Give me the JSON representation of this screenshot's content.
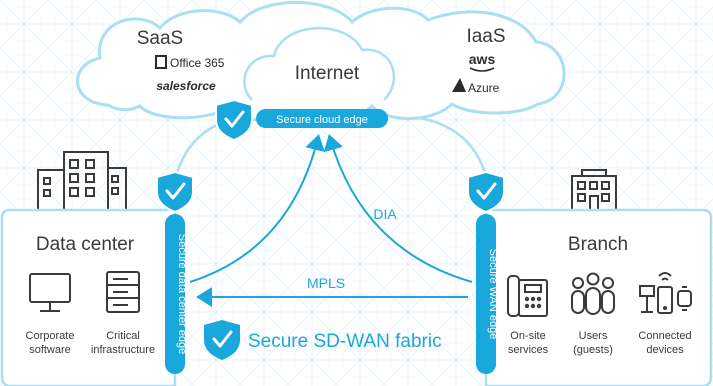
{
  "cloud": {
    "saas_title": "SaaS",
    "saas_brand_1": "Office 365",
    "saas_brand_2": "salesforce",
    "internet_title": "Internet",
    "iaas_title": "IaaS",
    "iaas_brand_1": "aws",
    "iaas_brand_2": "Azure",
    "edge_label": "Secure cloud edge"
  },
  "links": {
    "dia_label": "DIA",
    "mpls_label": "MPLS"
  },
  "datacenter": {
    "title": "Data center",
    "edge_label": "Secure data center edge",
    "items": [
      {
        "label_1": "Corporate",
        "label_2": "software",
        "icon": "monitor-icon"
      },
      {
        "label_1": "Critical",
        "label_2": "infrastructure",
        "icon": "server-icon"
      }
    ]
  },
  "branch": {
    "title": "Branch",
    "edge_label": "Secure WAN edge",
    "items": [
      {
        "label_1": "On-site",
        "label_2": "services",
        "icon": "phone-icon"
      },
      {
        "label_1": "Users",
        "label_2": "(guests)",
        "icon": "users-icon"
      },
      {
        "label_1": "Connected",
        "label_2": "devices",
        "icon": "devices-icon"
      }
    ]
  },
  "fabric": {
    "label": "Secure SD-WAN fabric"
  },
  "colors": {
    "accent": "#1aa7dc",
    "text": "#3a3a3a",
    "outline": "#a9dff3",
    "panel": "#ffffff"
  }
}
